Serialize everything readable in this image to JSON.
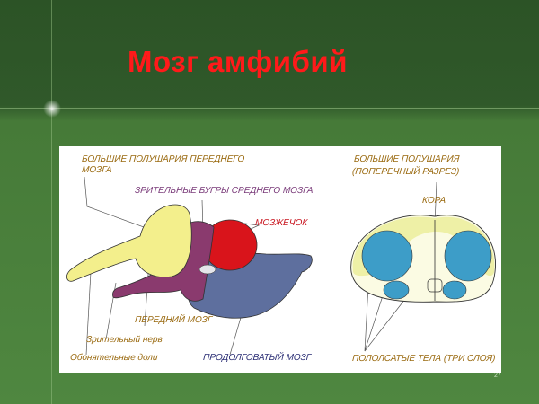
{
  "slide": {
    "title": "Мозг амфибий",
    "page_number": "27",
    "title_color": "#ff1a1a"
  },
  "figure": {
    "side_view_labels": {
      "hemispheres": "БОЛЬШИЕ ПОЛУШАРИЯ ПЕРЕДНЕГО",
      "hemispheres_2": "МОЗГА",
      "optic_lobes": "ЗРИТЕЛЬНЫЕ БУГРЫ СРЕДНЕГО МОЗГА",
      "cerebellum": "МОЗЖЕЧОК",
      "forebrain": "ПЕРЕДНИЙ МОЗГ",
      "optic_nerve": "Зрительный нерв",
      "olfactory_lobes": "Обонятельные доли",
      "medulla": "ПРОДОЛГОВАТЫЙ МОЗГ"
    },
    "cross_section_labels": {
      "title_1": "БОЛЬШИЕ ПОЛУШАРИЯ",
      "title_2": "(ПОПЕРЕЧНЫЙ РАЗРЕЗ)",
      "cortex": "КОРА",
      "striatum": "ПОЛОЛСАТЫЕ ТЕЛА (ТРИ СЛОЯ)"
    },
    "colors": {
      "hemispheres": "#f3ef8c",
      "optic_lobes": "#8a3a6e",
      "cerebellum": "#d9141b",
      "medulla": "#5e6f9e",
      "striatum": "#3d9dc8"
    }
  }
}
